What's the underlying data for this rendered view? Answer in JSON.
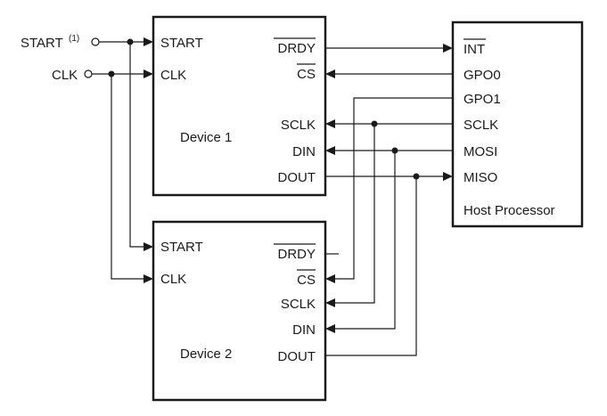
{
  "inputs": {
    "start": "START",
    "start_note": "(1)",
    "clk": "CLK"
  },
  "device1": {
    "title": "Device 1",
    "pins_left": [
      "START",
      "CLK"
    ],
    "pins_right": [
      "DRDY",
      "CS",
      "SCLK",
      "DIN",
      "DOUT"
    ]
  },
  "device2": {
    "title": "Device 2",
    "pins_left": [
      "START",
      "CLK"
    ],
    "pins_right": [
      "DRDY",
      "CS",
      "SCLK",
      "DIN",
      "DOUT"
    ]
  },
  "host": {
    "title": "Host Processor",
    "pins": [
      "INT",
      "GPO0",
      "GPO1",
      "SCLK",
      "MOSI",
      "MISO"
    ]
  }
}
